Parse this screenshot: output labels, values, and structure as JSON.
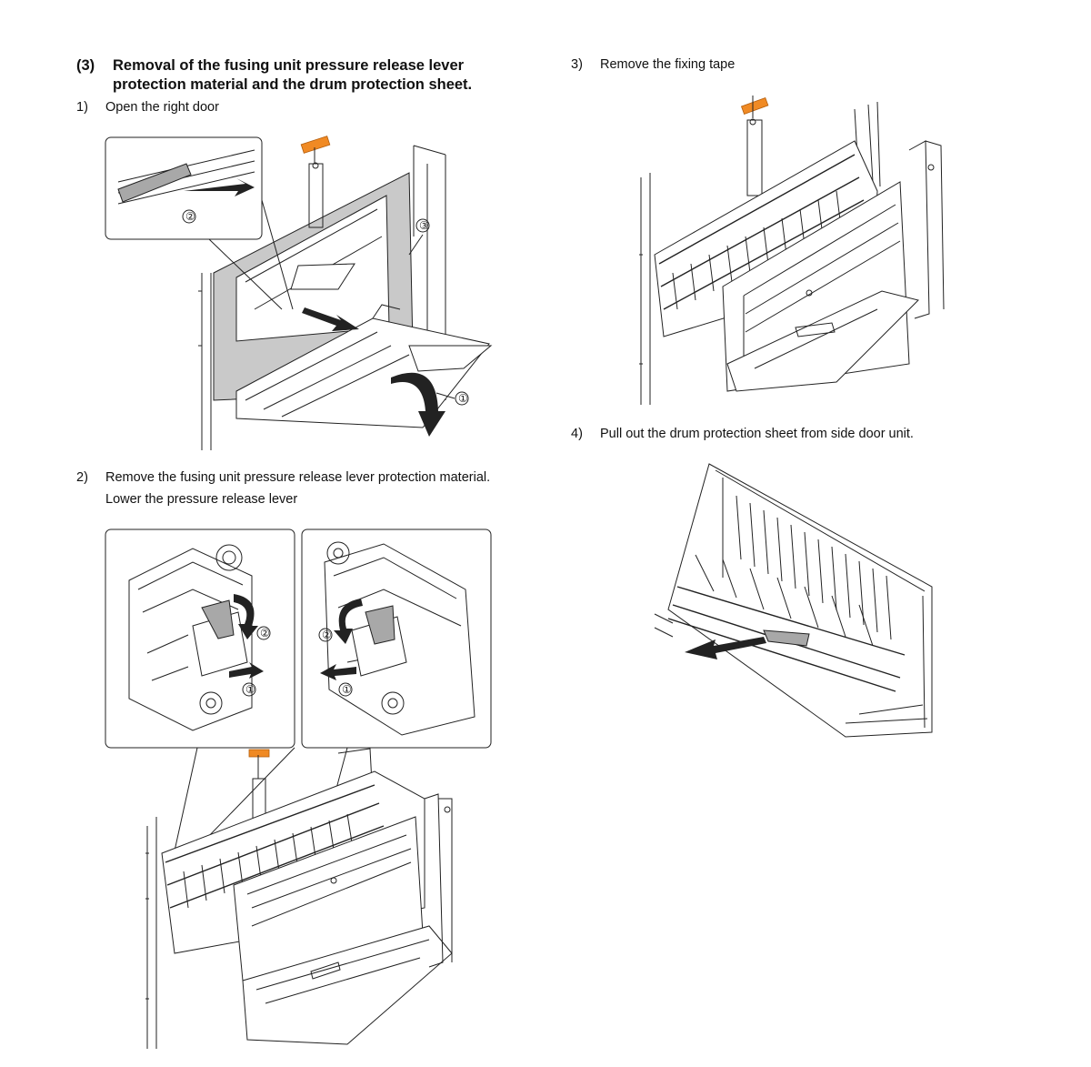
{
  "section": {
    "number": "(3)",
    "title_line1": "Removal of the fusing unit pressure release lever",
    "title_line2": "protection material and the drum protection sheet."
  },
  "steps": [
    {
      "num": "1)",
      "text": "Open the right door"
    },
    {
      "num": "2)",
      "text": "Remove the fusing unit pressure release lever protection material.",
      "text2": "Lower the pressure release lever"
    },
    {
      "num": "3)",
      "text": "Remove the fixing tape"
    },
    {
      "num": "4)",
      "text": "Pull out the drum protection sheet from side door unit."
    }
  ],
  "callouts": {
    "one": "①",
    "two": "②",
    "three": "③"
  },
  "colors": {
    "tape": "#f08a24",
    "door_shade": "#c9c9c9"
  },
  "icons": [
    "arrow-icon",
    "curved-arrow-icon",
    "fixing-tape-icon"
  ]
}
